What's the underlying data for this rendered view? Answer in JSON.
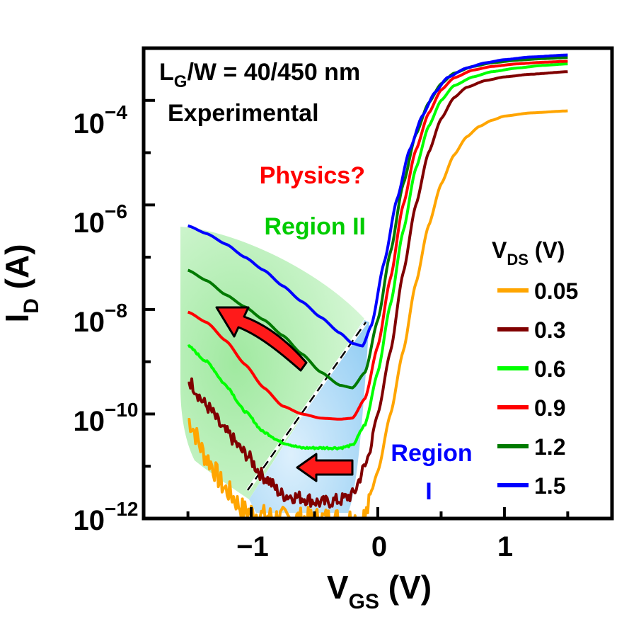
{
  "chart_data": {
    "type": "line",
    "title": "",
    "xlabel": {
      "main": "V",
      "sub": "GS",
      "unit": " (V)"
    },
    "ylabel": {
      "main": "I",
      "sub": "D",
      "unit": " (A)"
    },
    "xlim": [
      -1.85,
      1.85
    ],
    "ylim_log10": [
      -12,
      -3
    ],
    "y_scale": "log",
    "x_ticks": [
      {
        "value": -1,
        "label": "−1"
      },
      {
        "value": 0,
        "label": "0"
      },
      {
        "value": 1,
        "label": "1"
      }
    ],
    "y_ticks": [
      {
        "value": -12,
        "base": "10",
        "exp": "−12"
      },
      {
        "value": -10,
        "base": "10",
        "exp": "−10"
      },
      {
        "value": -8,
        "base": "10",
        "exp": "−8"
      },
      {
        "value": -6,
        "base": "10",
        "exp": "−6"
      },
      {
        "value": -4,
        "base": "10",
        "exp": "−4"
      }
    ],
    "grid": false,
    "legend": {
      "position": "right",
      "title": {
        "main": "V",
        "sub": "DS",
        "unit": " (V)"
      },
      "entries": [
        {
          "label": "0.05",
          "color": "#ffa500"
        },
        {
          "label": "0.3",
          "color": "#800000"
        },
        {
          "label": "0.6",
          "color": "#00ff00"
        },
        {
          "label": "0.9",
          "color": "#ff0000"
        },
        {
          "label": "1.2",
          "color": "#007a00"
        },
        {
          "label": "1.5",
          "color": "#0000ff"
        }
      ]
    },
    "series": [
      {
        "name": "0.05",
        "color": "#ffa500",
        "noise": 0.22,
        "points": [
          [
            -1.5,
            -10.1
          ],
          [
            -1.35,
            -10.85
          ],
          [
            -1.2,
            -11.45
          ],
          [
            -1.05,
            -11.85
          ],
          [
            -0.9,
            -11.95
          ],
          [
            -0.7,
            -12.0
          ],
          [
            -0.5,
            -12.0
          ],
          [
            -0.3,
            -12.0
          ],
          [
            -0.15,
            -12.0
          ],
          [
            -0.1,
            -11.95
          ],
          [
            0.0,
            -11.1
          ],
          [
            0.1,
            -10.0
          ],
          [
            0.2,
            -8.8
          ],
          [
            0.3,
            -7.5
          ],
          [
            0.4,
            -6.4
          ],
          [
            0.5,
            -5.6
          ],
          [
            0.6,
            -5.05
          ],
          [
            0.7,
            -4.7
          ],
          [
            0.8,
            -4.5
          ],
          [
            0.9,
            -4.38
          ],
          [
            1.0,
            -4.3
          ],
          [
            1.2,
            -4.24
          ],
          [
            1.5,
            -4.2
          ]
        ]
      },
      {
        "name": "0.3",
        "color": "#800000",
        "noise": 0.13,
        "points": [
          [
            -1.5,
            -9.35
          ],
          [
            -1.35,
            -9.85
          ],
          [
            -1.2,
            -10.35
          ],
          [
            -1.05,
            -10.75
          ],
          [
            -0.9,
            -11.2
          ],
          [
            -0.75,
            -11.55
          ],
          [
            -0.6,
            -11.6
          ],
          [
            -0.45,
            -11.7
          ],
          [
            -0.3,
            -11.65
          ],
          [
            -0.2,
            -11.55
          ],
          [
            -0.1,
            -11.0
          ],
          [
            0.0,
            -10.0
          ],
          [
            0.1,
            -8.8
          ],
          [
            0.2,
            -7.3
          ],
          [
            0.3,
            -6.0
          ],
          [
            0.4,
            -5.0
          ],
          [
            0.5,
            -4.35
          ],
          [
            0.6,
            -3.95
          ],
          [
            0.7,
            -3.75
          ],
          [
            0.85,
            -3.62
          ],
          [
            1.0,
            -3.55
          ],
          [
            1.2,
            -3.5
          ],
          [
            1.5,
            -3.45
          ]
        ]
      },
      {
        "name": "0.6",
        "color": "#00ff00",
        "noise": 0.02,
        "points": [
          [
            -1.5,
            -8.7
          ],
          [
            -1.35,
            -9.0
          ],
          [
            -1.2,
            -9.45
          ],
          [
            -1.05,
            -9.95
          ],
          [
            -0.9,
            -10.35
          ],
          [
            -0.75,
            -10.55
          ],
          [
            -0.6,
            -10.65
          ],
          [
            -0.45,
            -10.65
          ],
          [
            -0.3,
            -10.65
          ],
          [
            -0.2,
            -10.6
          ],
          [
            -0.1,
            -10.2
          ],
          [
            0.0,
            -9.2
          ],
          [
            0.1,
            -7.9
          ],
          [
            0.2,
            -6.5
          ],
          [
            0.3,
            -5.3
          ],
          [
            0.4,
            -4.5
          ],
          [
            0.5,
            -4.0
          ],
          [
            0.6,
            -3.72
          ],
          [
            0.75,
            -3.55
          ],
          [
            0.9,
            -3.45
          ],
          [
            1.1,
            -3.38
          ],
          [
            1.3,
            -3.33
          ],
          [
            1.5,
            -3.3
          ]
        ]
      },
      {
        "name": "0.9",
        "color": "#ff0000",
        "noise": 0.0,
        "points": [
          [
            -1.5,
            -8.05
          ],
          [
            -1.35,
            -8.25
          ],
          [
            -1.2,
            -8.6
          ],
          [
            -1.05,
            -9.05
          ],
          [
            -0.9,
            -9.5
          ],
          [
            -0.75,
            -9.85
          ],
          [
            -0.6,
            -10.0
          ],
          [
            -0.45,
            -10.08
          ],
          [
            -0.3,
            -10.1
          ],
          [
            -0.2,
            -10.08
          ],
          [
            -0.1,
            -9.7
          ],
          [
            0.0,
            -8.7
          ],
          [
            0.1,
            -7.4
          ],
          [
            0.2,
            -6.0
          ],
          [
            0.3,
            -4.95
          ],
          [
            0.4,
            -4.25
          ],
          [
            0.5,
            -3.8
          ],
          [
            0.6,
            -3.57
          ],
          [
            0.75,
            -3.42
          ],
          [
            0.9,
            -3.35
          ],
          [
            1.1,
            -3.3
          ],
          [
            1.3,
            -3.27
          ],
          [
            1.5,
            -3.25
          ]
        ]
      },
      {
        "name": "1.2",
        "color": "#007a00",
        "noise": 0.0,
        "points": [
          [
            -1.5,
            -7.25
          ],
          [
            -1.35,
            -7.45
          ],
          [
            -1.2,
            -7.72
          ],
          [
            -1.05,
            -7.95
          ],
          [
            -0.9,
            -8.2
          ],
          [
            -0.75,
            -8.5
          ],
          [
            -0.6,
            -8.85
          ],
          [
            -0.45,
            -9.2
          ],
          [
            -0.3,
            -9.45
          ],
          [
            -0.2,
            -9.5
          ],
          [
            -0.1,
            -9.2
          ],
          [
            0.0,
            -8.2
          ],
          [
            0.1,
            -6.9
          ],
          [
            0.2,
            -5.6
          ],
          [
            0.3,
            -4.65
          ],
          [
            0.4,
            -4.05
          ],
          [
            0.5,
            -3.68
          ],
          [
            0.6,
            -3.48
          ],
          [
            0.75,
            -3.35
          ],
          [
            0.9,
            -3.28
          ],
          [
            1.1,
            -3.23
          ],
          [
            1.3,
            -3.2
          ],
          [
            1.5,
            -3.18
          ]
        ]
      },
      {
        "name": "1.5",
        "color": "#0000ff",
        "noise": 0.0,
        "points": [
          [
            -1.5,
            -6.4
          ],
          [
            -1.35,
            -6.55
          ],
          [
            -1.2,
            -6.75
          ],
          [
            -1.05,
            -7.0
          ],
          [
            -0.9,
            -7.25
          ],
          [
            -0.75,
            -7.55
          ],
          [
            -0.6,
            -7.85
          ],
          [
            -0.45,
            -8.15
          ],
          [
            -0.3,
            -8.45
          ],
          [
            -0.2,
            -8.65
          ],
          [
            -0.12,
            -8.7
          ],
          [
            -0.05,
            -8.3
          ],
          [
            0.05,
            -7.1
          ],
          [
            0.15,
            -5.9
          ],
          [
            0.25,
            -4.95
          ],
          [
            0.35,
            -4.3
          ],
          [
            0.45,
            -3.85
          ],
          [
            0.55,
            -3.56
          ],
          [
            0.7,
            -3.38
          ],
          [
            0.85,
            -3.28
          ],
          [
            1.0,
            -3.22
          ],
          [
            1.2,
            -3.17
          ],
          [
            1.5,
            -3.13
          ]
        ]
      }
    ],
    "annotations": {
      "device": {
        "pre": "L",
        "sub": "G",
        "post": "/W = 40/450 nm"
      },
      "experimental": "Experimental",
      "physics": "Physics?",
      "region2": "Region II",
      "region1_line1": "Region",
      "region1_line2": "I"
    },
    "colors": {
      "physics": "#ff0000",
      "region2": "#00cc00",
      "region1": "#0000ff",
      "arrow_fill": "#ff1a1a",
      "region2_fill": "#9be89b",
      "region1_fill": "#9fd3f5"
    }
  }
}
